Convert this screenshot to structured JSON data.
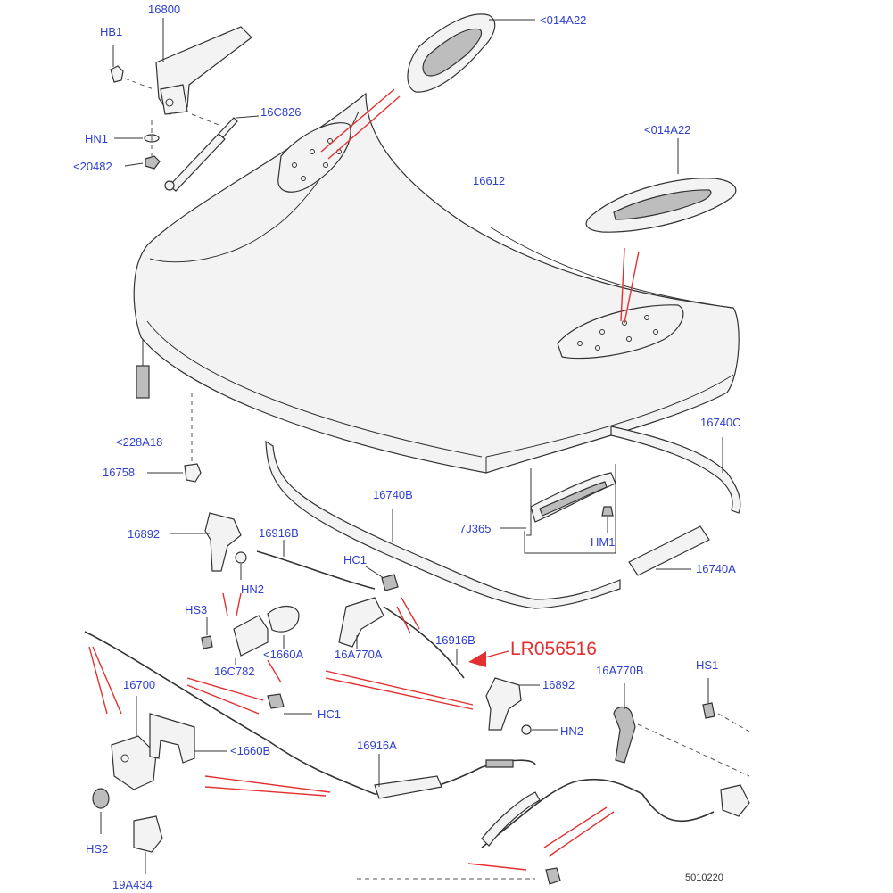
{
  "labels": {
    "hb1": "HB1",
    "p16800": "16800",
    "p014a22_top": "<014A22",
    "p16c826": "16C826",
    "hn1": "HN1",
    "p20482": "<20482",
    "p014a22_right": "<014A22",
    "p16612": "16612",
    "p228a18": "<228A18",
    "p16740c": "16740C",
    "p16758": "16758",
    "p16740b": "16740B",
    "p7j365": "7J365",
    "hm1": "HM1",
    "p16892_left": "16892",
    "p16916b_top": "16916B",
    "hc1_top": "HC1",
    "p16740a": "16740A",
    "hn2_left": "HN2",
    "hs3": "HS3",
    "p16916b_mid": "16916B",
    "lr_code": "LR056516",
    "p1660a": "<1660A",
    "p16a770a": "16A770A",
    "p16c782": "16C782",
    "p16700": "16700",
    "p16892_right": "16892",
    "p16a770b": "16A770B",
    "hs1": "HS1",
    "hc1_bottom": "HC1",
    "hn2_right": "HN2",
    "p1660b": "<1660B",
    "p16916a": "16916A",
    "hs2": "HS2",
    "p19a434": "19A434",
    "drawing_no": "5010220"
  },
  "colors": {
    "label_blue": "#2f3fd0",
    "callout_red": "#e03030",
    "line_dark": "#333333",
    "part_fill": "#f3f3f3"
  }
}
